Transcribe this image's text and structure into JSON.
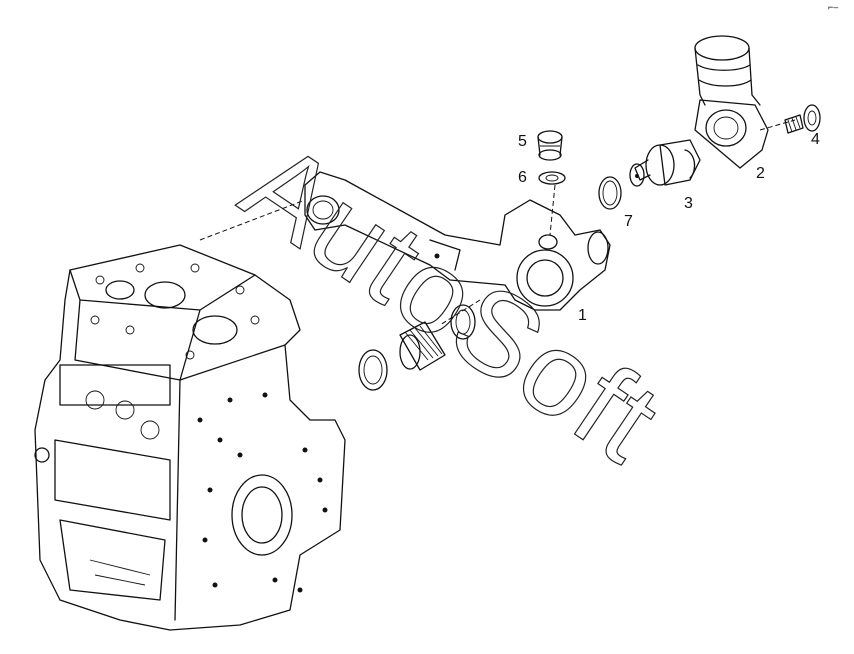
{
  "diagram": {
    "watermark": "AutoSoft",
    "corner_mark": "⌐‒",
    "parts": [
      {
        "id": "1",
        "label": "1"
      },
      {
        "id": "2",
        "label": "2"
      },
      {
        "id": "3",
        "label": "3"
      },
      {
        "id": "4",
        "label": "4"
      },
      {
        "id": "5",
        "label": "5"
      },
      {
        "id": "6",
        "label": "6"
      },
      {
        "id": "7",
        "label": "7"
      }
    ]
  }
}
